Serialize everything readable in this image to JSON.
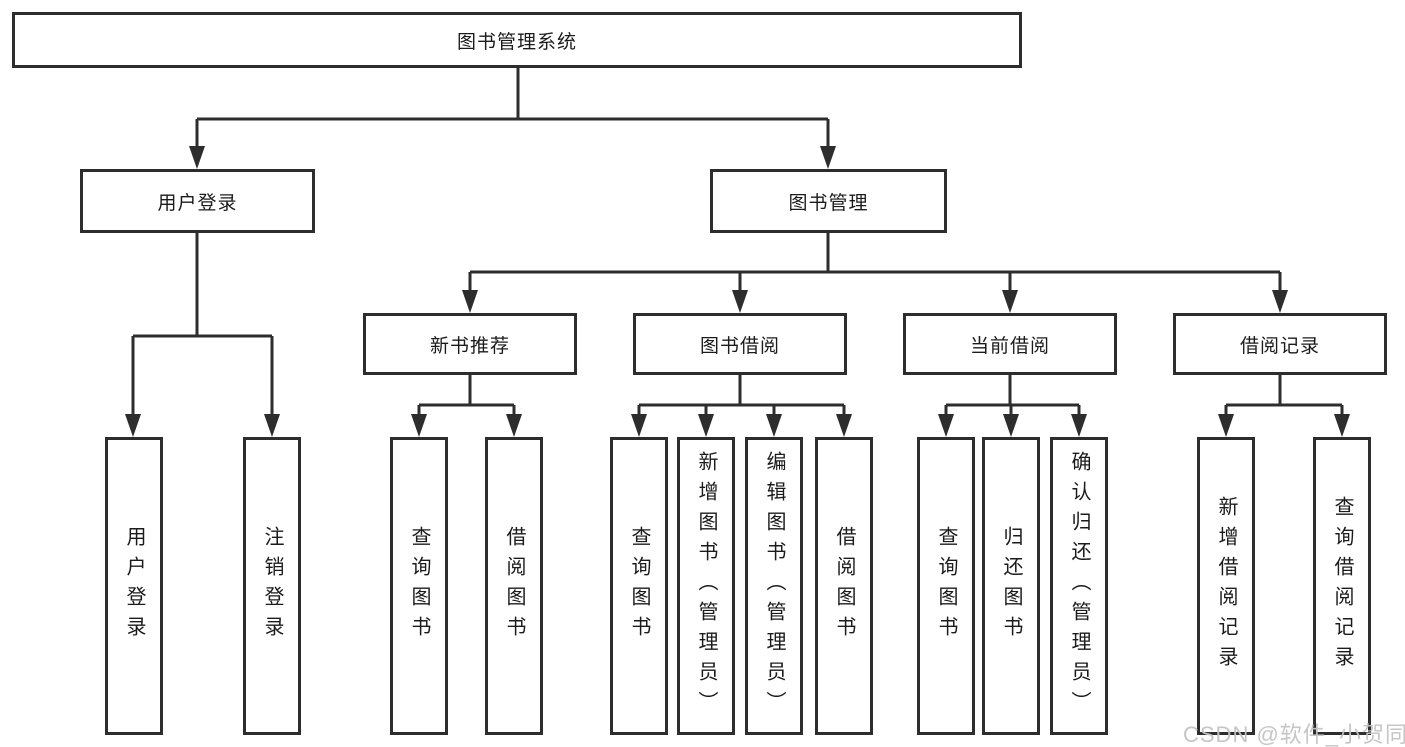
{
  "diagram": {
    "root": {
      "label": "图书管理系统"
    },
    "level1": [
      {
        "label": "用户登录"
      },
      {
        "label": "图书管理"
      }
    ],
    "level2": [
      {
        "label": "新书推荐"
      },
      {
        "label": "图书借阅"
      },
      {
        "label": "当前借阅"
      },
      {
        "label": "借阅记录"
      }
    ],
    "leaves": {
      "user_login": [
        "用户登录",
        "注销登录"
      ],
      "new_book": [
        "查询图书",
        "借阅图书"
      ],
      "book_borrow": [
        "查询图书",
        "新增图书（管理员）",
        "编辑图书（管理员）",
        "借阅图书"
      ],
      "current_borrow": [
        "查询图书",
        "归还图书",
        "确认归还（管理员）"
      ],
      "borrow_record": [
        "新增借阅记录",
        "查询借阅记录"
      ]
    }
  },
  "watermark": {
    "text": "CSDN @软件_小贺同学"
  },
  "colors": {
    "line": "#2d2d2d",
    "text": "#1b1b1b",
    "background": "#ffffff",
    "watermark": "#c3c3c3"
  }
}
